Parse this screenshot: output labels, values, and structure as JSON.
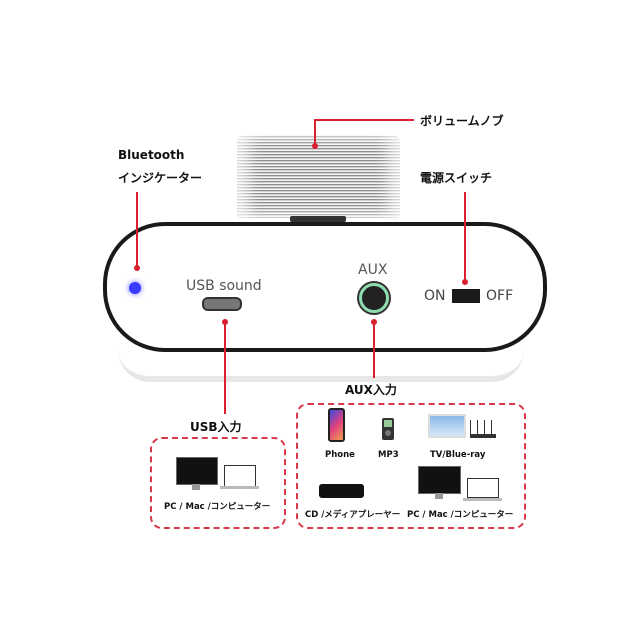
{
  "callouts": {
    "bluetooth_line1": "Bluetooth",
    "bluetooth_line2": "インジケーター",
    "volume_knob": "ボリュームノブ",
    "power_switch": "電源スイッチ",
    "usb_input": "USB入力",
    "aux_input": "AUX入力"
  },
  "device": {
    "usb_port_label": "USB sound",
    "aux_port_label": "AUX",
    "switch_on": "ON",
    "switch_off": "OFF"
  },
  "usb_sources": [
    {
      "label": "PC / Mac /コンピューター",
      "icon": "computer-icon"
    }
  ],
  "aux_sources": [
    {
      "label": "Phone",
      "icon": "phone-icon"
    },
    {
      "label": "MP3",
      "icon": "mp3-player-icon"
    },
    {
      "label": "TV/Blue-ray",
      "icon": "tv-icon"
    },
    {
      "label": "CD /メディアプレーヤー",
      "icon": "media-player-icon"
    },
    {
      "label": "PC / Mac /コンピューター",
      "icon": "computer-icon"
    }
  ],
  "colors": {
    "accent": "#d9202f",
    "led": "#3b3bff",
    "jack_ring": "#8fdcb0"
  }
}
